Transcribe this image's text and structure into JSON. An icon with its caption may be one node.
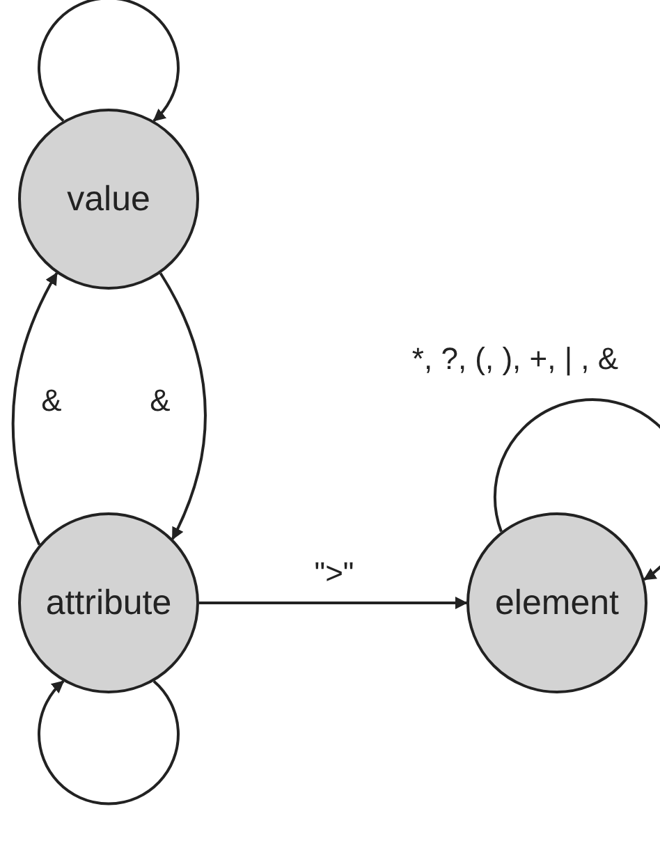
{
  "diagram": {
    "nodes": [
      {
        "text": [
          "value"
        ]
      },
      {
        "text": [
          "attribute"
        ]
      },
      {
        "text": [
          "element"
        ]
      }
    ],
    "edges": [
      {
        "from": 0,
        "to": 0,
        "arrow": "to"
      },
      {
        "from": 1,
        "to": 0,
        "arrow": "to",
        "label": "&"
      },
      {
        "from": 0,
        "to": 1,
        "arrow": "to",
        "label": "&"
      },
      {
        "from": 1,
        "to": 1,
        "arrow": "to"
      },
      {
        "from": 1,
        "to": 2,
        "arrow": "to",
        "label": "\">\""
      },
      {
        "from": 2,
        "to": 2,
        "arrow": "to",
        "label": "*, ?, (, ), +, | , &"
      }
    ]
  }
}
